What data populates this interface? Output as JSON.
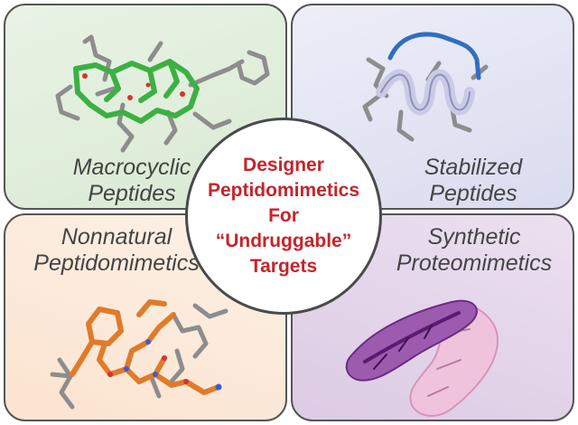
{
  "center": {
    "lines": [
      "Designer",
      "Peptidomimetics",
      "For",
      "“Undruggable”",
      "Targets"
    ],
    "text_color": "#c4252b"
  },
  "panels": {
    "top_left": {
      "lines": [
        "Macrocyclic",
        "Peptides"
      ],
      "accent": "#3cb043"
    },
    "top_right": {
      "lines": [
        "Stabilized",
        "Peptides"
      ],
      "accent": "#2f6fc0"
    },
    "bottom_left": {
      "lines": [
        "Nonnatural",
        "Peptidomimetics"
      ],
      "accent": "#e07b2a"
    },
    "bottom_right": {
      "lines": [
        "Synthetic",
        "Proteomimetics"
      ],
      "accent": "#7a2a8c"
    }
  }
}
